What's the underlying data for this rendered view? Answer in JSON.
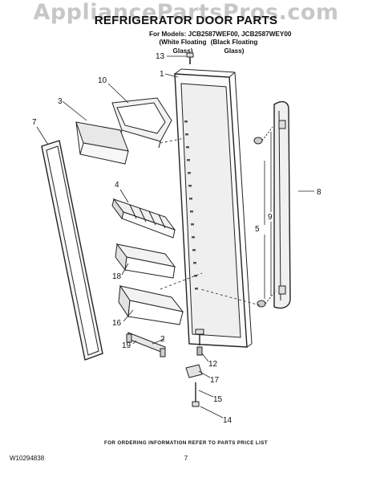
{
  "watermark": "AppliancePartsPros.com",
  "header": {
    "title": "REFRIGERATOR DOOR PARTS",
    "models_line": "For Models: JCB2587WEF00, JCB2587WEY00",
    "variant_a": "(White Floating Glass)",
    "variant_b": "(Black Floating Glass)"
  },
  "callouts": {
    "c1": "1",
    "c2": "2",
    "c3": "3",
    "c4": "4",
    "c5": "5",
    "c7": "7",
    "c8": "8",
    "c9": "9",
    "c10": "10",
    "c12": "12",
    "c13": "13",
    "c14": "14",
    "c15": "15",
    "c16": "16",
    "c17": "17",
    "c18": "18",
    "c19": "19"
  },
  "footer": {
    "ordering_note": "FOR ORDERING INFORMATION REFER TO PARTS PRICE LIST",
    "doc_code": "W10294838",
    "page_number": "7"
  }
}
